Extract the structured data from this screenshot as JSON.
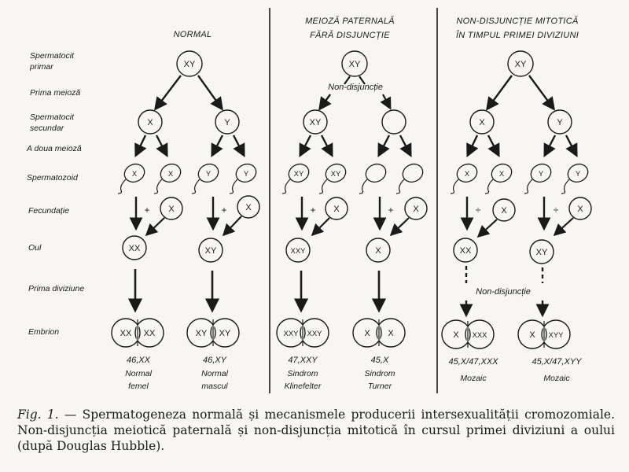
{
  "headers": {
    "normal": "NORMAL",
    "paternal_line1": "MEIOZĂ PATERNALĂ",
    "paternal_line2": "FĂRĂ DISJUNCȚIE",
    "mitotic_line1": "NON-DISJUNCȚIE MITOTICĂ",
    "mitotic_line2": "ÎN TIMPUL PRIMEI DIVIZIUNI"
  },
  "row_labels": {
    "spermatocyte1_a": "Spermatocit",
    "spermatocyte1_b": "primar",
    "first_meiosis": "Prima meioză",
    "spermatocyte2_a": "Spermatocit",
    "spermatocyte2_b": "secundar",
    "second_meiosis": "A doua meioză",
    "spermatozoon": "Spermatozoid",
    "fertilization": "Fecundație",
    "egg": "Oul",
    "first_division": "Prima diviziune",
    "embryo": "Embrion"
  },
  "cells": {
    "primary": "XY",
    "x": "X",
    "y": "Y",
    "xy": "XY",
    "xx": "XX",
    "xxy": "XXY",
    "xxx": "XXX",
    "xyy": "XYY",
    "plus": "+",
    "plus_dot": "÷"
  },
  "non_disjunction": {
    "meiotic": "Non-disjuncție",
    "mitotic": "Non-disjuncție"
  },
  "results": {
    "normal_female_karyotype": "46,XX",
    "normal_female_a": "Normal",
    "normal_female_b": "femel",
    "normal_male_karyotype": "46,XY",
    "normal_male_a": "Normal",
    "normal_male_b": "mascul",
    "klinefelter_karyotype": "47,XXY",
    "klinefelter_a": "Sindrom",
    "klinefelter_b": "Klinefelter",
    "turner_karyotype": "45,X",
    "turner_a": "Sindrom",
    "turner_b": "Turner",
    "mosaic1_karyotype": "45,X/47,XXX",
    "mosaic1_label": "Mozaic",
    "mosaic2_karyotype": "45,X/47,XYY",
    "mosaic2_label": "Mozaic"
  },
  "caption": {
    "label": "Fig. 1.",
    "text": " — Spermatogeneza normală și mecanismele producerii intersexualității cromozomiale. Non-disjuncția meiotică paternală și non-disjuncția mitotică în cursul primei diviziuni a oului (după Douglas Hubble)."
  }
}
